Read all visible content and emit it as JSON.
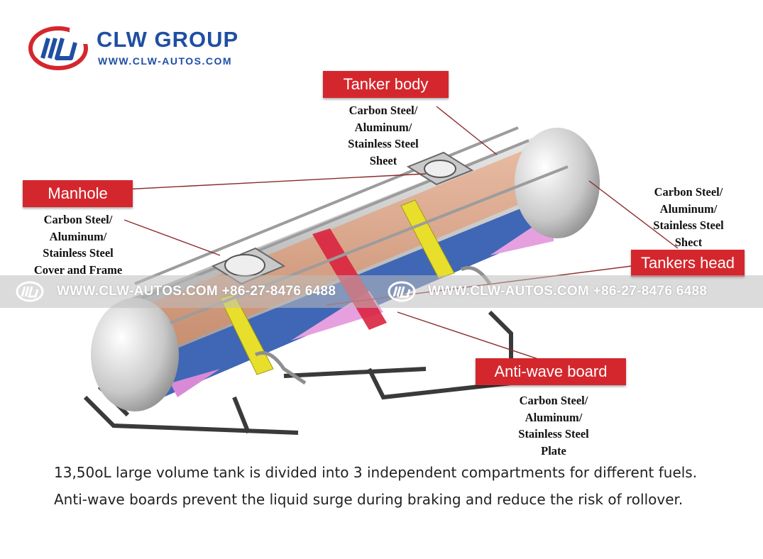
{
  "brand": {
    "name": "CLW GROUP",
    "website": "WWW.CLW-AUTOS.COM",
    "colors": {
      "blue": "#1f4fa3",
      "red": "#d4272d"
    }
  },
  "callouts": {
    "tanker_body": {
      "label": "Tanker body",
      "materials": [
        "Carbon Steel/",
        "Aluminum/",
        "Stainless Steel",
        "Sheet"
      ]
    },
    "manhole": {
      "label": "Manhole",
      "materials": [
        "Carbon Steel/",
        "Aluminum/",
        "Stainless Steel",
        "Cover and Frame"
      ]
    },
    "tankers_head": {
      "label": "Tankers head",
      "materials": [
        "Carbon Steel/",
        "Aluminum/",
        "Stainless Steel",
        "Shect"
      ]
    },
    "anti_wave_board": {
      "label": "Anti-wave board",
      "materials": [
        "Carbon Steel/",
        "Aluminum/",
        "Stainless Steel",
        "Plate"
      ]
    }
  },
  "watermark": {
    "text": "WWW.CLW-AUTOS.COM +86-27-8476 6488"
  },
  "caption": {
    "line1": "13,50oL large volume tank is divided into 3 independent compartments for different fuels.",
    "line2": "Anti-wave boards prevent the liquid surge during braking and reduce the risk of rollover."
  }
}
